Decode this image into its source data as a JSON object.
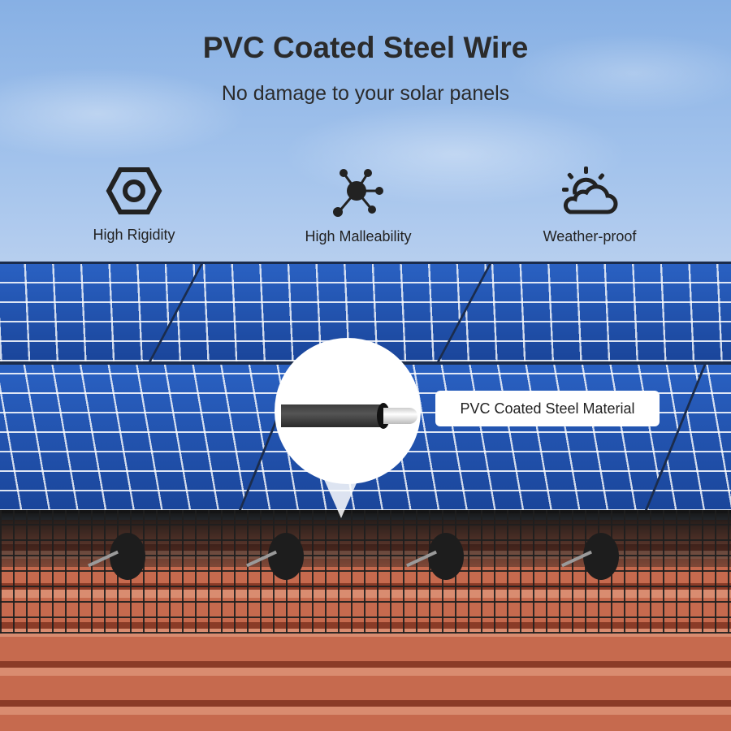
{
  "header": {
    "title": "PVC Coated Steel Wire",
    "subtitle": "No damage to your solar panels"
  },
  "features": [
    {
      "icon": "hexagon-nut-icon",
      "label": "High Rigidity"
    },
    {
      "icon": "molecule-network-icon",
      "label": "High Malleability"
    },
    {
      "icon": "sun-cloud-icon",
      "label": "Weather-proof"
    }
  ],
  "callout": {
    "label": "PVC Coated Steel Material"
  },
  "colors": {
    "text": "#2b2b2b",
    "panel_blue": "#1f4fa8",
    "roof_tile": "#c66a4e"
  }
}
